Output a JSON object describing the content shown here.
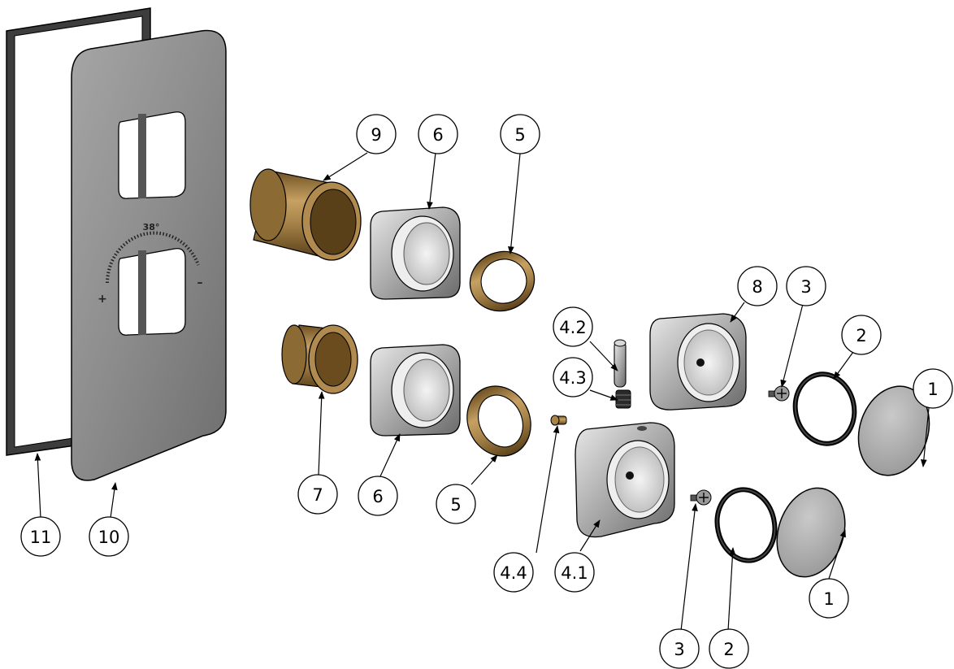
{
  "diagram": {
    "type": "exploded-parts-view",
    "dial": {
      "top_mark": "38°",
      "plus_sign": "+",
      "minus_sign": "–"
    },
    "callouts": [
      {
        "id": "11",
        "label": "11"
      },
      {
        "id": "10",
        "label": "10"
      },
      {
        "id": "9",
        "label": "9"
      },
      {
        "id": "6a",
        "label": "6"
      },
      {
        "id": "5a",
        "label": "5"
      },
      {
        "id": "7",
        "label": "7"
      },
      {
        "id": "6b",
        "label": "6"
      },
      {
        "id": "5b",
        "label": "5"
      },
      {
        "id": "8",
        "label": "8"
      },
      {
        "id": "3a",
        "label": "3"
      },
      {
        "id": "2a",
        "label": "2"
      },
      {
        "id": "1a",
        "label": "1"
      },
      {
        "id": "4.2",
        "label": "4.2"
      },
      {
        "id": "4.3",
        "label": "4.3"
      },
      {
        "id": "4.4",
        "label": "4.4"
      },
      {
        "id": "4.1",
        "label": "4.1"
      },
      {
        "id": "1b",
        "label": "1"
      },
      {
        "id": "3b",
        "label": "3"
      },
      {
        "id": "2b",
        "label": "2"
      }
    ],
    "colors": {
      "plate": "#8a8a8a",
      "frame": "#3d3d3d",
      "brass": "#a8844a",
      "chrome": "#b8b8b8",
      "line": "#000000"
    }
  }
}
